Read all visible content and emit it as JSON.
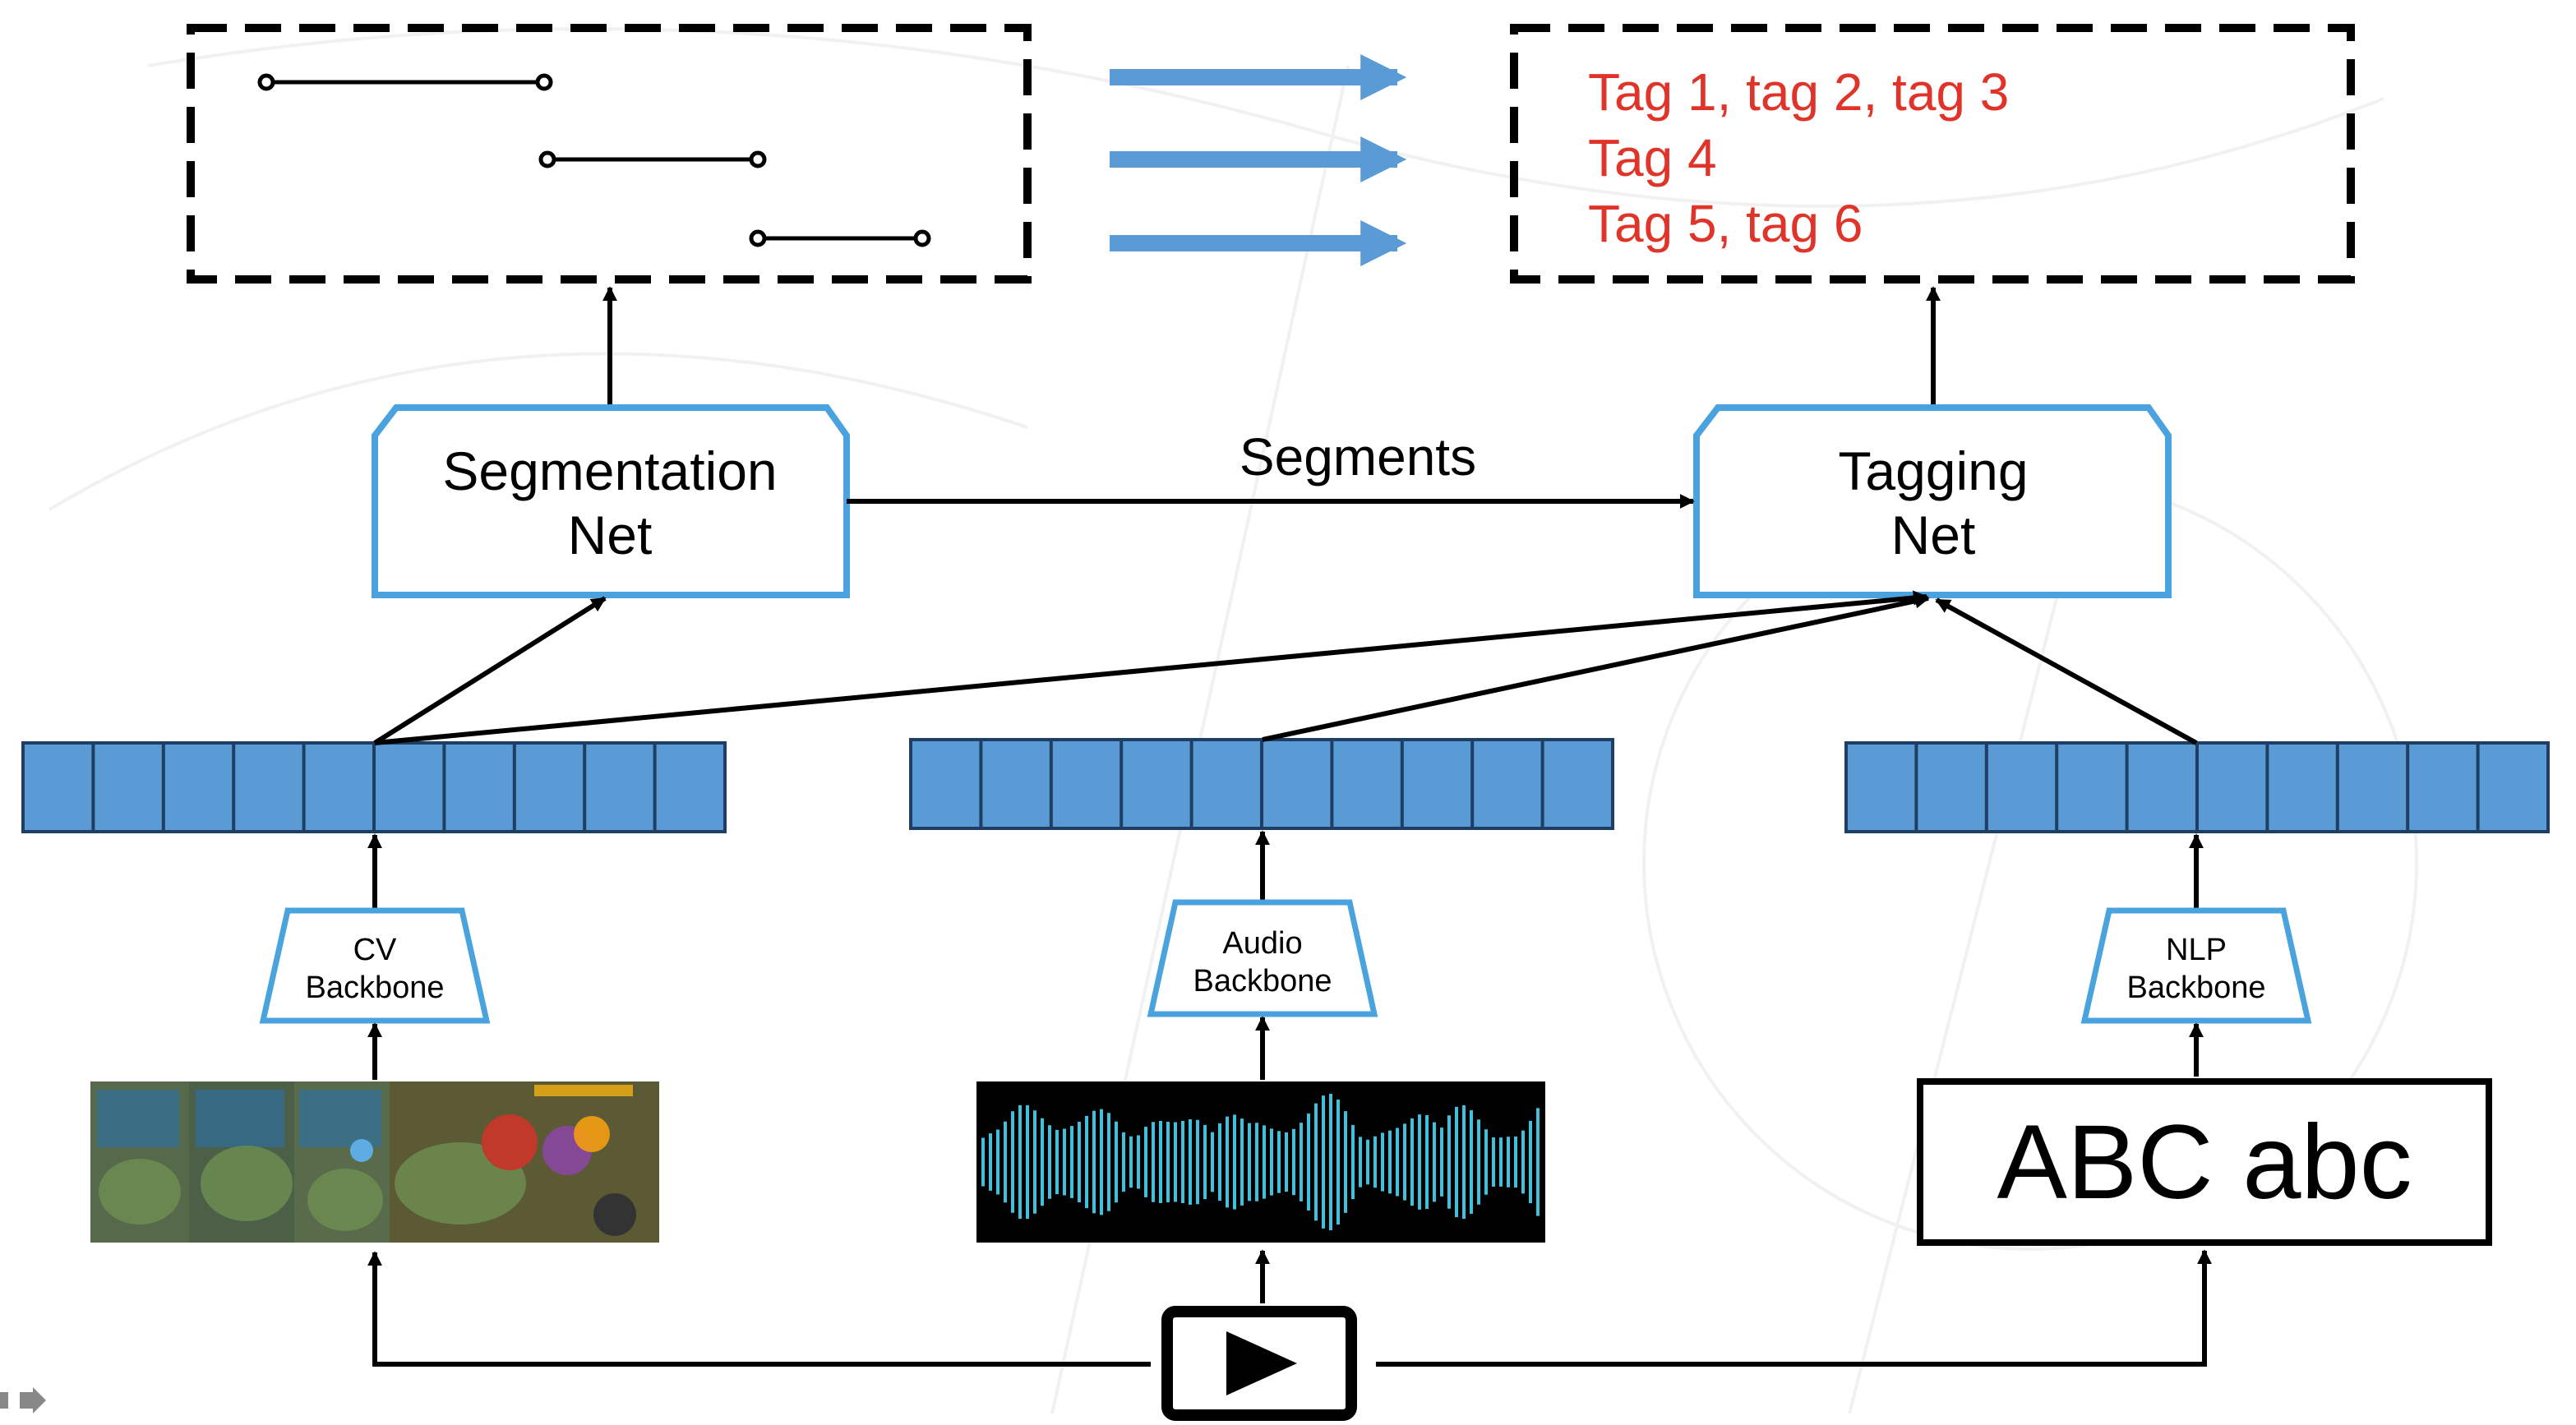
{
  "segmentation_net": {
    "line1": "Segmentation",
    "line2": "Net"
  },
  "tagging_net": {
    "line1": "Tagging",
    "line2": "Net"
  },
  "segments_label": "Segments",
  "tags": [
    "Tag 1, tag 2, tag 3",
    "Tag 4",
    "Tag 5, tag 6"
  ],
  "backbones": {
    "cv": {
      "line1": "CV",
      "line2": "Backbone"
    },
    "audio": {
      "line1": "Audio",
      "line2": "Backbone"
    },
    "nlp": {
      "line1": "NLP",
      "line2": "Backbone"
    }
  },
  "text_input": "ABC abc",
  "colors": {
    "accent_blue": "#5b9bd5",
    "box_border_blue": "#4aa3df",
    "tag_red": "#e0342a",
    "audio_wave": "#3fc0dd"
  },
  "icons": {
    "video": "play-icon"
  }
}
